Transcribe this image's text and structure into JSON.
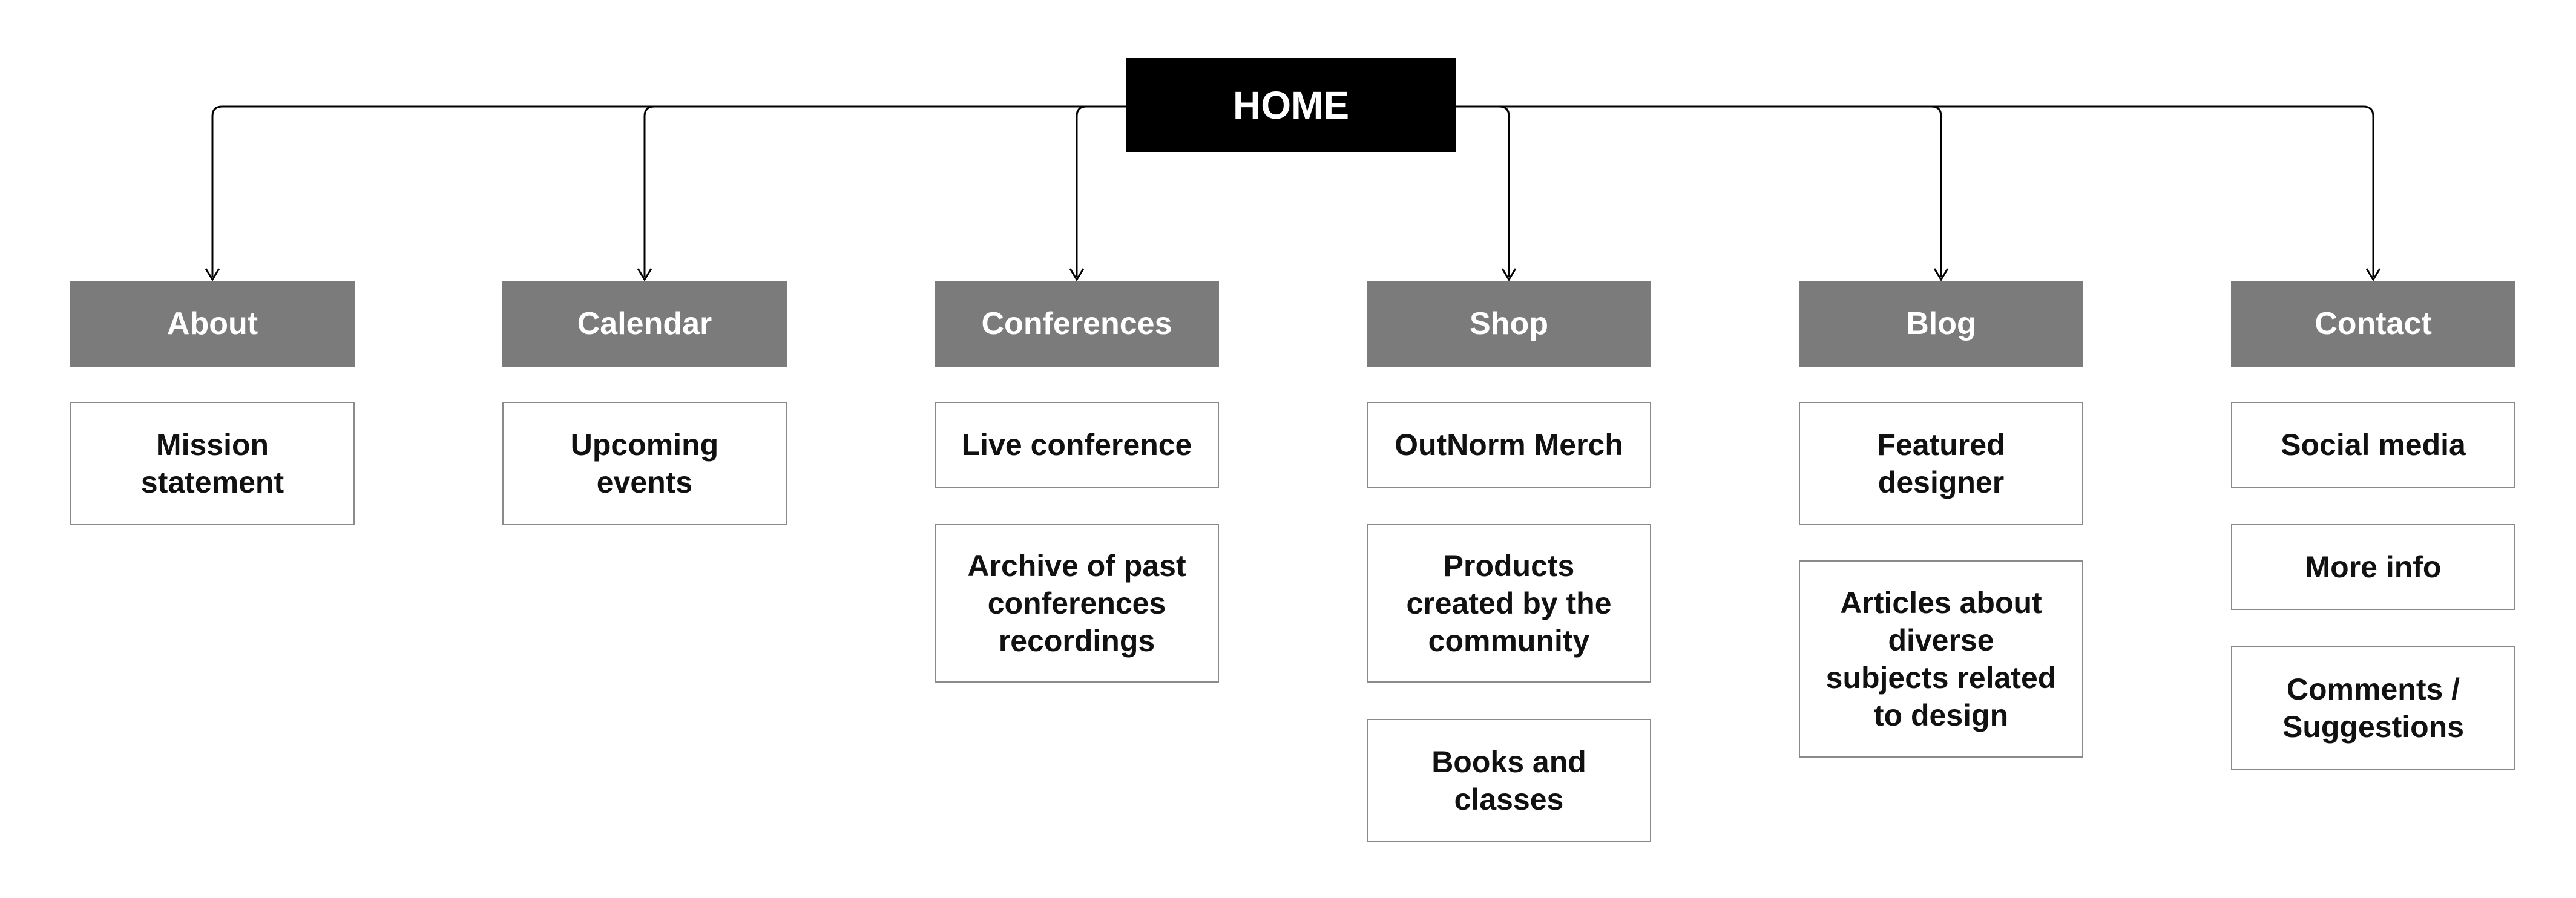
{
  "root": {
    "label": "HOME"
  },
  "categories": [
    {
      "label": "About",
      "children": [
        "Mission\nstatement"
      ]
    },
    {
      "label": "Calendar",
      "children": [
        "Upcoming\nevents"
      ]
    },
    {
      "label": "Conferences",
      "children": [
        "Live conference",
        "Archive of past\nconferences\nrecordings"
      ]
    },
    {
      "label": "Shop",
      "children": [
        "OutNorm Merch",
        "Products\ncreated by the\ncommunity",
        "Books and\nclasses"
      ]
    },
    {
      "label": "Blog",
      "children": [
        "Featured\ndesigner",
        "Articles about\ndiverse\nsubjects related\nto design"
      ]
    },
    {
      "label": "Contact",
      "children": [
        "Social media",
        "More info",
        "Comments /\nSuggestions"
      ]
    }
  ],
  "colors": {
    "root_fill": "#000000",
    "category_fill": "#7b7b7b",
    "child_border": "#8a8a8a",
    "connector": "#000000"
  }
}
